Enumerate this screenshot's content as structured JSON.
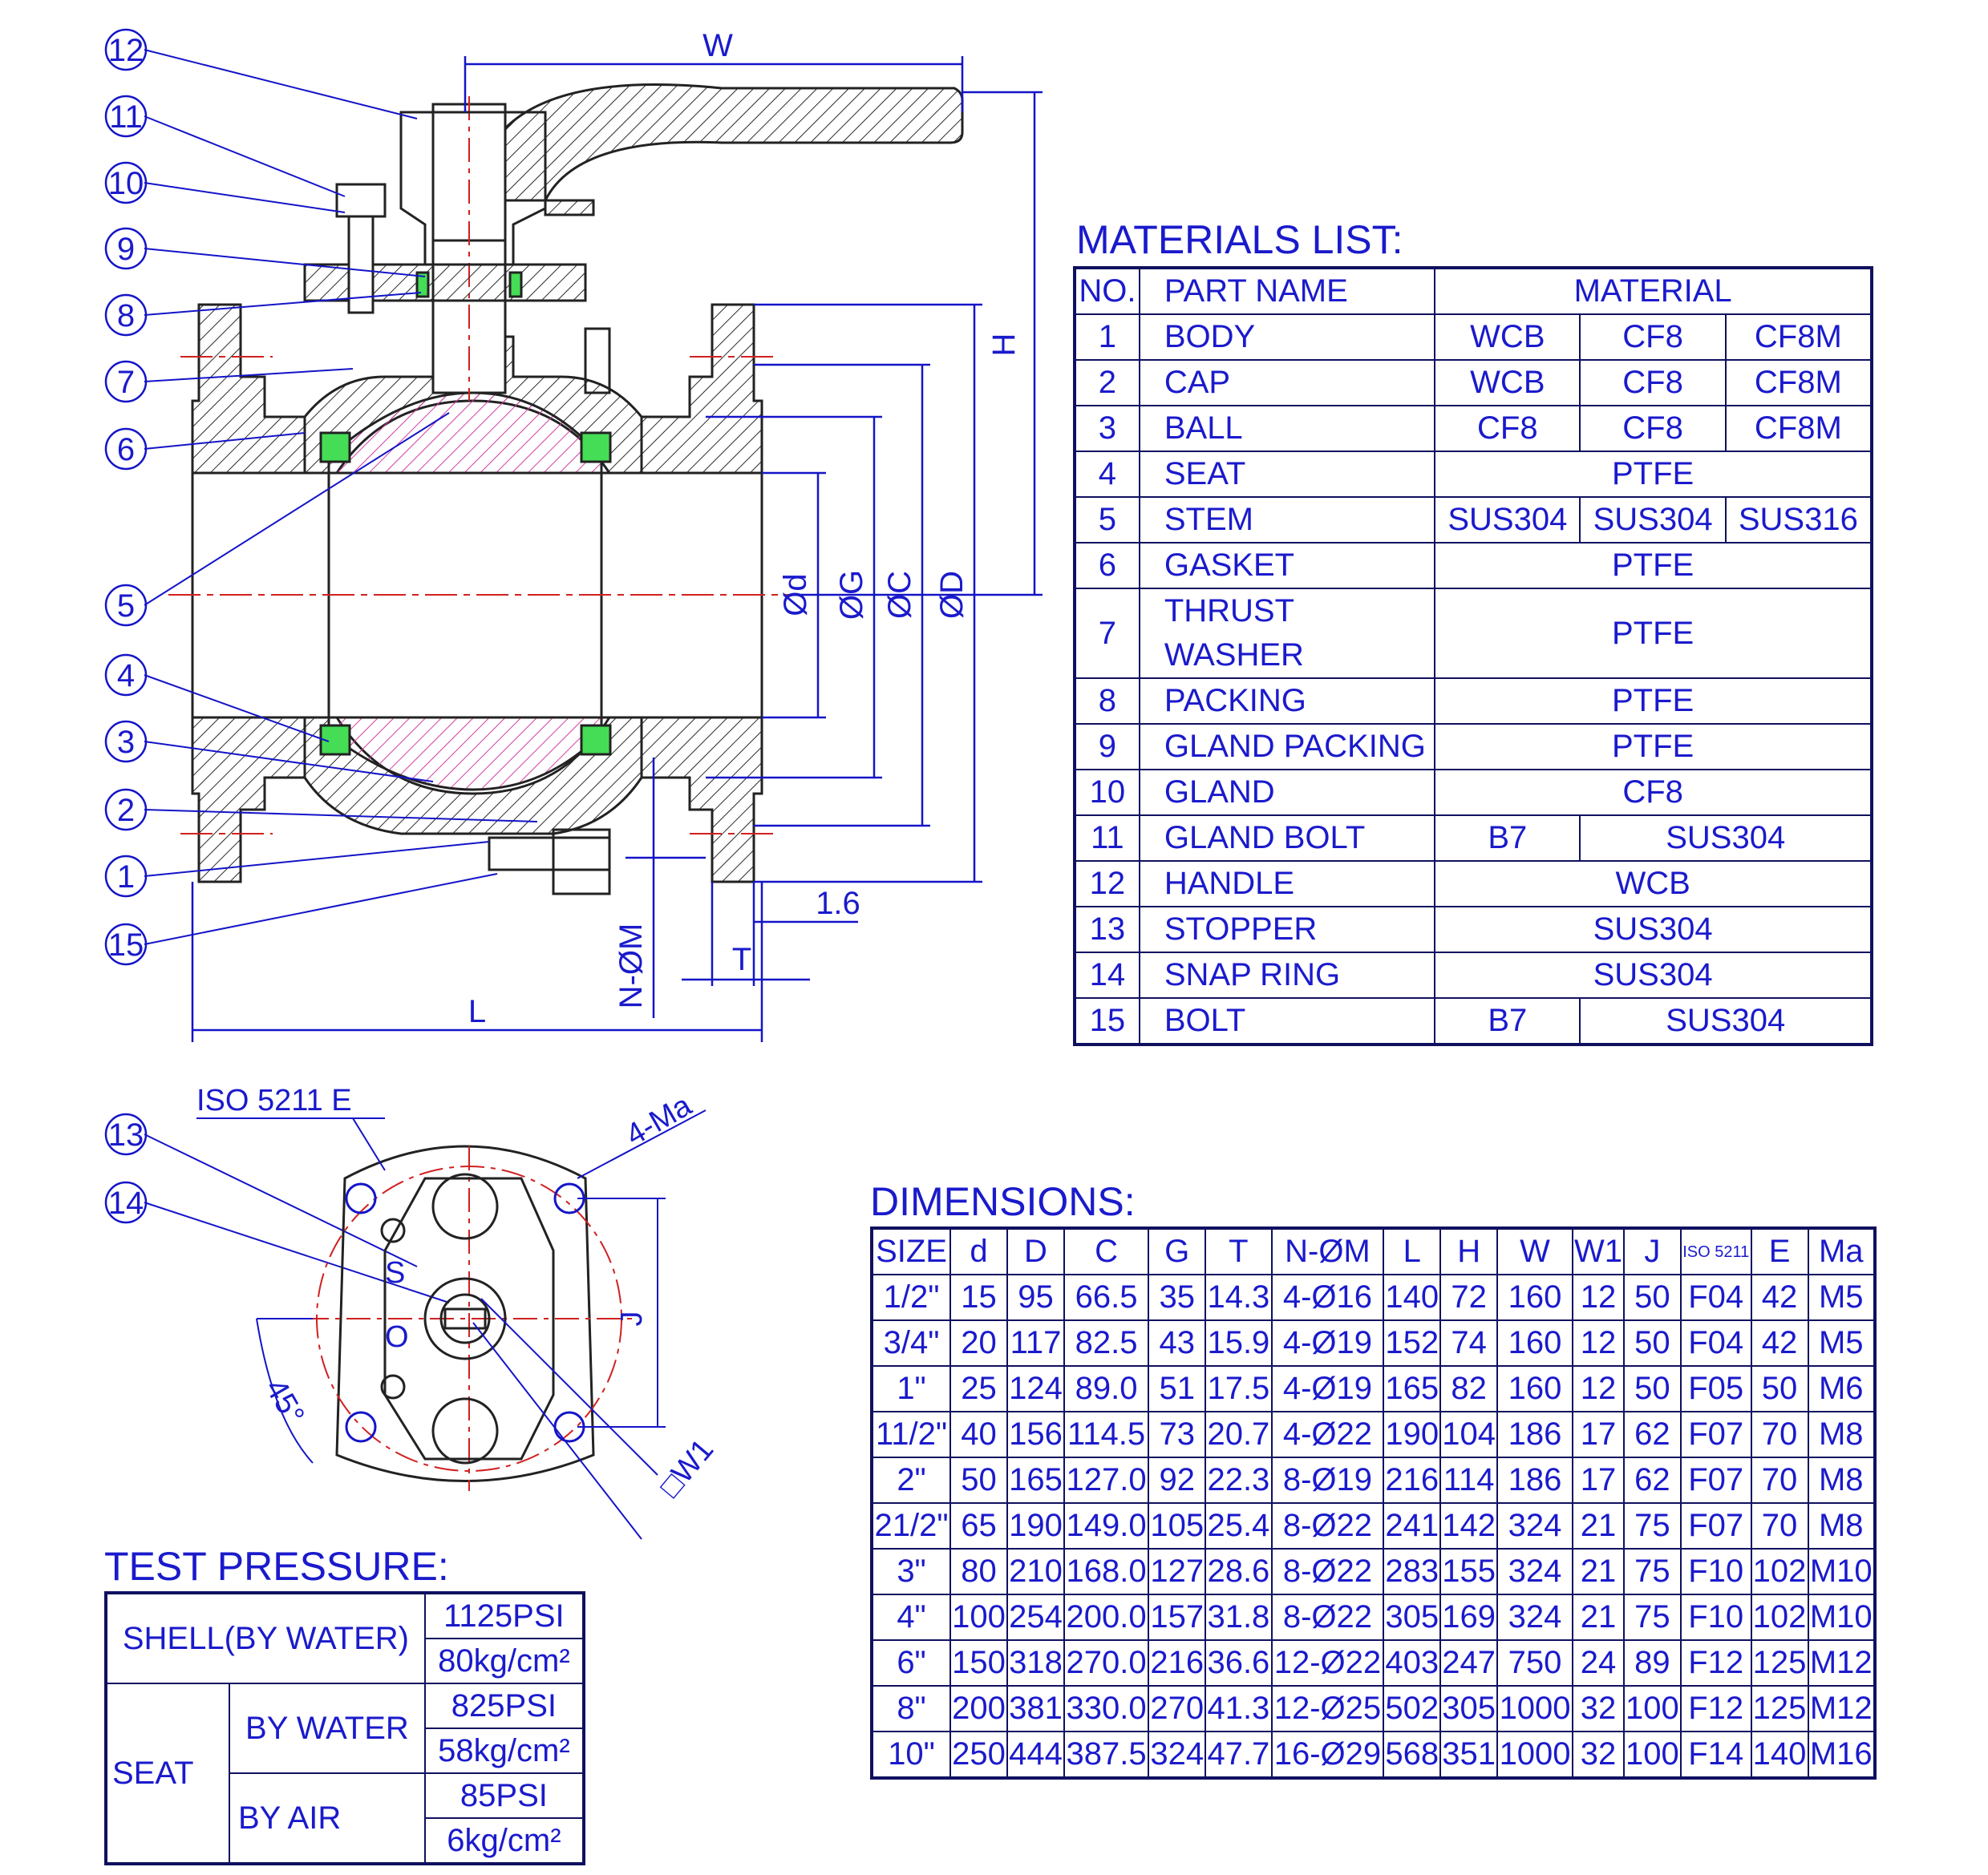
{
  "drawing": {
    "callouts": [
      "12",
      "11",
      "10",
      "9",
      "8",
      "7",
      "6",
      "5",
      "4",
      "3",
      "2",
      "1",
      "15",
      "13",
      "14"
    ],
    "dimension_labels": {
      "W": "W",
      "H": "H",
      "L": "L",
      "T": "T",
      "J": "J",
      "d": "Ød",
      "G": "ØG",
      "C": "ØC",
      "D": "ØD",
      "NM": "N-ØM",
      "flange_offset": "1.6",
      "iso": "ISO 5211 E",
      "bolts": "4-Ma",
      "angle": "45°",
      "w1": "□W1",
      "lock_s": "S",
      "lock_o": "O"
    }
  },
  "materials": {
    "title": "MATERIALS LIST:",
    "headers": [
      "NO.",
      "PART NAME",
      "MATERIAL"
    ],
    "rows": [
      {
        "no": "1",
        "part": "BODY",
        "m": [
          "WCB",
          "CF8",
          "CF8M"
        ]
      },
      {
        "no": "2",
        "part": "CAP",
        "m": [
          "WCB",
          "CF8",
          "CF8M"
        ]
      },
      {
        "no": "3",
        "part": "BALL",
        "m": [
          "CF8",
          "CF8",
          "CF8M"
        ]
      },
      {
        "no": "4",
        "part": "SEAT",
        "m": [
          "PTFE"
        ]
      },
      {
        "no": "5",
        "part": "STEM",
        "m": [
          "SUS304",
          "SUS304",
          "SUS316"
        ]
      },
      {
        "no": "6",
        "part": "GASKET",
        "m": [
          "PTFE"
        ]
      },
      {
        "no": "7",
        "part": "THRUST WASHER",
        "m": [
          "PTFE"
        ]
      },
      {
        "no": "8",
        "part": "PACKING",
        "m": [
          "PTFE"
        ]
      },
      {
        "no": "9",
        "part": "GLAND PACKING",
        "m": [
          "PTFE"
        ]
      },
      {
        "no": "10",
        "part": "GLAND",
        "m": [
          "CF8"
        ]
      },
      {
        "no": "11",
        "part": "GLAND BOLT",
        "m": [
          "B7",
          "SUS304"
        ]
      },
      {
        "no": "12",
        "part": "HANDLE",
        "m": [
          "WCB"
        ]
      },
      {
        "no": "13",
        "part": "STOPPER",
        "m": [
          "SUS304"
        ]
      },
      {
        "no": "14",
        "part": "SNAP RING",
        "m": [
          "SUS304"
        ]
      },
      {
        "no": "15",
        "part": "BOLT",
        "m": [
          "B7",
          "SUS304"
        ]
      }
    ]
  },
  "dimensions": {
    "title": "DIMENSIONS:",
    "headers": [
      "SIZE",
      "d",
      "D",
      "C",
      "G",
      "T",
      "N-ØM",
      "L",
      "H",
      "W",
      "W1",
      "J",
      "ISO 5211",
      "E",
      "Ma"
    ],
    "rows": [
      [
        "1/2\"",
        "15",
        "95",
        "66.5",
        "35",
        "14.3",
        "4-Ø16",
        "140",
        "72",
        "160",
        "12",
        "50",
        "F04",
        "42",
        "M5"
      ],
      [
        "3/4\"",
        "20",
        "117",
        "82.5",
        "43",
        "15.9",
        "4-Ø19",
        "152",
        "74",
        "160",
        "12",
        "50",
        "F04",
        "42",
        "M5"
      ],
      [
        "1\"",
        "25",
        "124",
        "89.0",
        "51",
        "17.5",
        "4-Ø19",
        "165",
        "82",
        "160",
        "12",
        "50",
        "F05",
        "50",
        "M6"
      ],
      [
        "11/2\"",
        "40",
        "156",
        "114.5",
        "73",
        "20.7",
        "4-Ø22",
        "190",
        "104",
        "186",
        "17",
        "62",
        "F07",
        "70",
        "M8"
      ],
      [
        "2\"",
        "50",
        "165",
        "127.0",
        "92",
        "22.3",
        "8-Ø19",
        "216",
        "114",
        "186",
        "17",
        "62",
        "F07",
        "70",
        "M8"
      ],
      [
        "21/2\"",
        "65",
        "190",
        "149.0",
        "105",
        "25.4",
        "8-Ø22",
        "241",
        "142",
        "324",
        "21",
        "75",
        "F07",
        "70",
        "M8"
      ],
      [
        "3\"",
        "80",
        "210",
        "168.0",
        "127",
        "28.6",
        "8-Ø22",
        "283",
        "155",
        "324",
        "21",
        "75",
        "F10",
        "102",
        "M10"
      ],
      [
        "4\"",
        "100",
        "254",
        "200.0",
        "157",
        "31.8",
        "8-Ø22",
        "305",
        "169",
        "324",
        "21",
        "75",
        "F10",
        "102",
        "M10"
      ],
      [
        "6\"",
        "150",
        "318",
        "270.0",
        "216",
        "36.6",
        "12-Ø22",
        "403",
        "247",
        "750",
        "24",
        "89",
        "F12",
        "125",
        "M12"
      ],
      [
        "8\"",
        "200",
        "381",
        "330.0",
        "270",
        "41.3",
        "12-Ø25",
        "502",
        "305",
        "1000",
        "32",
        "100",
        "F12",
        "125",
        "M12"
      ],
      [
        "10\"",
        "250",
        "444",
        "387.5",
        "324",
        "47.7",
        "16-Ø29",
        "568",
        "351",
        "1000",
        "32",
        "100",
        "F14",
        "140",
        "M16"
      ]
    ]
  },
  "test_pressure": {
    "title": "TEST PRESSURE:",
    "shell_label": "SHELL(BY WATER)",
    "shell_psi": "1125PSI",
    "shell_kg": "80kg/cm²",
    "seat_label": "SEAT",
    "by_water": "BY WATER",
    "water_psi": "825PSI",
    "water_kg": "58kg/cm²",
    "by_air": "BY AIR",
    "air_psi": "85PSI",
    "air_kg": "6kg/cm²"
  }
}
